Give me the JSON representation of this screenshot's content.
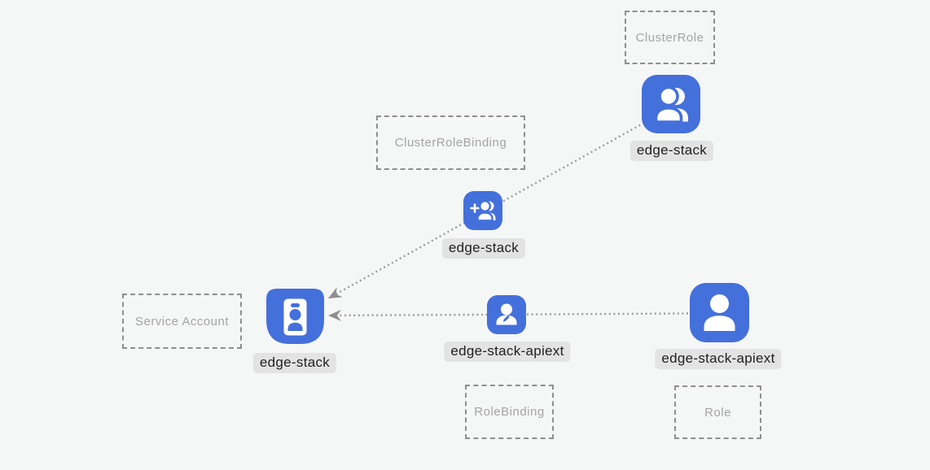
{
  "diagram": {
    "colors": {
      "background": "#f5f6f6",
      "node_blue": "#4470dc",
      "label_bg": "#e3e3e4",
      "label_text": "#1f1f1f",
      "kind_border": "#8f8f8f",
      "kind_text": "#a4a4a4",
      "edge_line": "#9c9c9c",
      "arrowhead": "#8e8e8e"
    },
    "kind_boxes": [
      {
        "id": "clusterrole",
        "label": "ClusterRole"
      },
      {
        "id": "clusterrolebinding",
        "label": "ClusterRoleBinding"
      },
      {
        "id": "serviceaccount",
        "label": "Service Account"
      },
      {
        "id": "rolebinding",
        "label": "RoleBinding"
      },
      {
        "id": "role",
        "label": "Role"
      }
    ],
    "nodes": [
      {
        "id": "clusterrole-edge-stack",
        "kind": "ClusterRole",
        "label": "edge-stack",
        "icon": "users-icon"
      },
      {
        "id": "clusterrolebinding-edge-stack",
        "kind": "ClusterRoleBinding",
        "label": "edge-stack",
        "icon": "user-plus-icon"
      },
      {
        "id": "serviceaccount-edge-stack",
        "kind": "Service Account",
        "label": "edge-stack",
        "icon": "id-badge-icon"
      },
      {
        "id": "rolebinding-edge-stack-apiext",
        "kind": "RoleBinding",
        "label": "edge-stack-apiext",
        "icon": "user-edit-icon"
      },
      {
        "id": "role-edge-stack-apiext",
        "kind": "Role",
        "label": "edge-stack-apiext",
        "icon": "user-icon"
      }
    ],
    "edges": [
      {
        "from": "clusterrole-edge-stack",
        "via": "clusterrolebinding-edge-stack",
        "to": "serviceaccount-edge-stack",
        "style": "dotted-arrow"
      },
      {
        "from": "role-edge-stack-apiext",
        "via": "rolebinding-edge-stack-apiext",
        "to": "serviceaccount-edge-stack",
        "style": "dotted-arrow"
      }
    ]
  }
}
